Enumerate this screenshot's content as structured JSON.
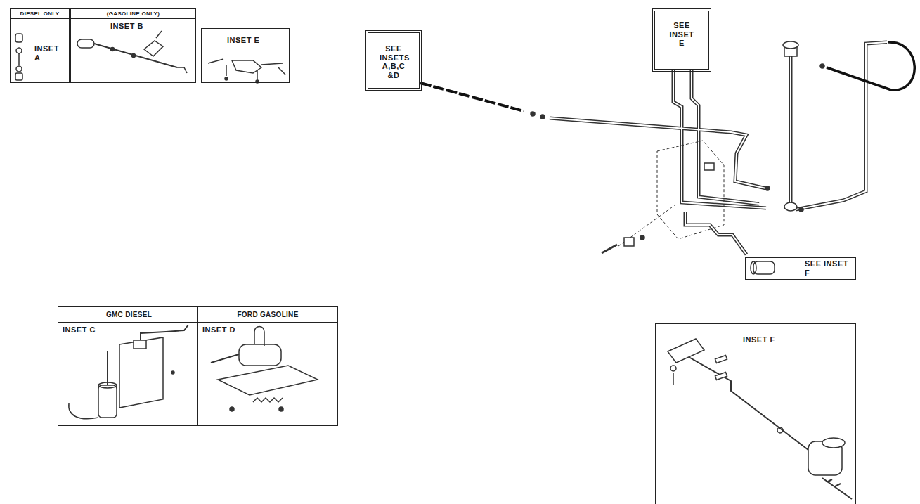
{
  "diagram": {
    "nodes": [
      {
        "text": [
          "DIESEL ONLY",
          "INSET A"
        ]
      },
      {
        "text": [
          "(GASOLINE ONLY)",
          "INSET B"
        ]
      },
      {
        "text": [
          "INSET E"
        ]
      },
      {
        "text": [
          "SEE INSETS A,B,C &D"
        ]
      },
      {
        "text": [
          "SEE INSET E"
        ]
      },
      {
        "text": [
          "SEE INSET F"
        ]
      },
      {
        "text": [
          "GMC DIESEL",
          "INSET C"
        ]
      },
      {
        "text": [
          "FORD GASOLINE",
          "INSET D"
        ]
      },
      {
        "text": [
          "INSET F"
        ]
      }
    ]
  }
}
